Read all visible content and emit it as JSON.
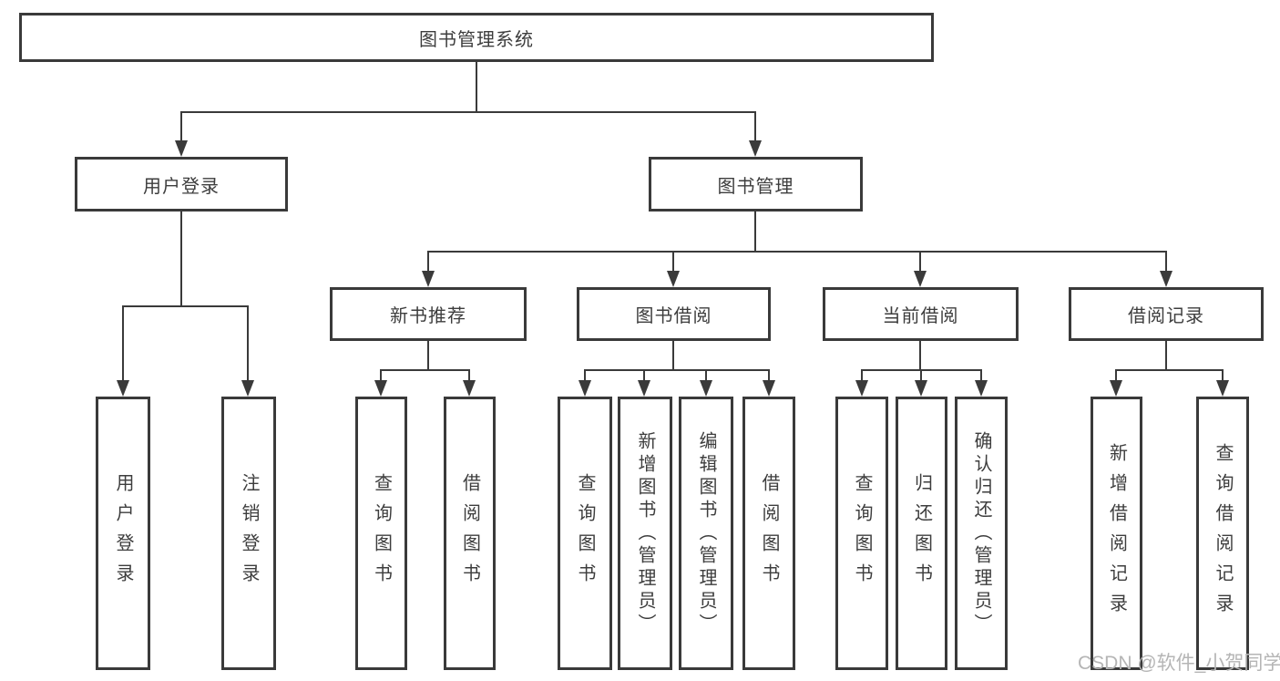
{
  "diagram": {
    "root": {
      "label": "图书管理系统"
    },
    "branches": [
      {
        "label": "用户登录",
        "children": [
          {
            "label": "用户登录"
          },
          {
            "label": "注销登录"
          }
        ]
      },
      {
        "label": "图书管理",
        "children": [
          {
            "label": "新书推荐",
            "children": [
              {
                "label": "查询图书"
              },
              {
                "label": "借阅图书"
              }
            ]
          },
          {
            "label": "图书借阅",
            "children": [
              {
                "label": "查询图书"
              },
              {
                "label": "新增图书（管理员）"
              },
              {
                "label": "编辑图书（管理员）"
              },
              {
                "label": "借阅图书"
              }
            ]
          },
          {
            "label": "当前借阅",
            "children": [
              {
                "label": "查询图书"
              },
              {
                "label": "归还图书"
              },
              {
                "label": "确认归还（管理员）"
              }
            ]
          },
          {
            "label": "借阅记录",
            "children": [
              {
                "label": "新增借阅记录"
              },
              {
                "label": "查询借阅记录"
              }
            ]
          }
        ]
      }
    ]
  },
  "watermark": {
    "text": "CSDN @软件_小贺同学"
  },
  "colors": {
    "line": "#3a3a3a",
    "text": "#3d3d3d",
    "background": "#ffffff",
    "watermark": "#b5b5b5"
  }
}
